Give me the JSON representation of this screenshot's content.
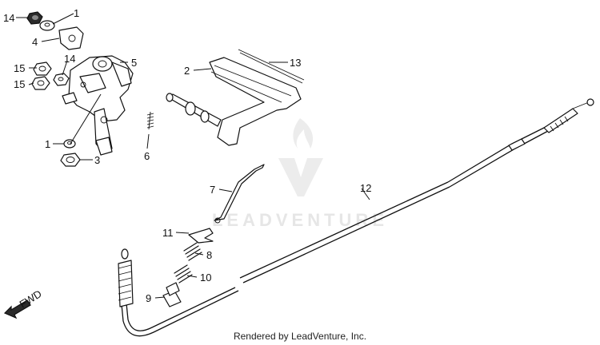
{
  "watermark": {
    "brand": "LEADVENTURE"
  },
  "footer": {
    "text": "Rendered by LeadVenture, Inc."
  },
  "direction_marker": {
    "label": "FWD"
  },
  "callouts": [
    {
      "key": "l14a",
      "label": "14"
    },
    {
      "key": "l1a",
      "label": "1"
    },
    {
      "key": "l4",
      "label": "4"
    },
    {
      "key": "l15a",
      "label": "15"
    },
    {
      "key": "l14b",
      "label": "14"
    },
    {
      "key": "l15b",
      "label": "15"
    },
    {
      "key": "l5",
      "label": "5"
    },
    {
      "key": "l2",
      "label": "2"
    },
    {
      "key": "l13",
      "label": "13"
    },
    {
      "key": "l1b",
      "label": "1"
    },
    {
      "key": "l3",
      "label": "3"
    },
    {
      "key": "l6",
      "label": "6"
    },
    {
      "key": "l7",
      "label": "7"
    },
    {
      "key": "l12",
      "label": "12"
    },
    {
      "key": "l11",
      "label": "11"
    },
    {
      "key": "l8",
      "label": "8"
    },
    {
      "key": "l10",
      "label": "10"
    },
    {
      "key": "l9",
      "label": "9"
    }
  ]
}
